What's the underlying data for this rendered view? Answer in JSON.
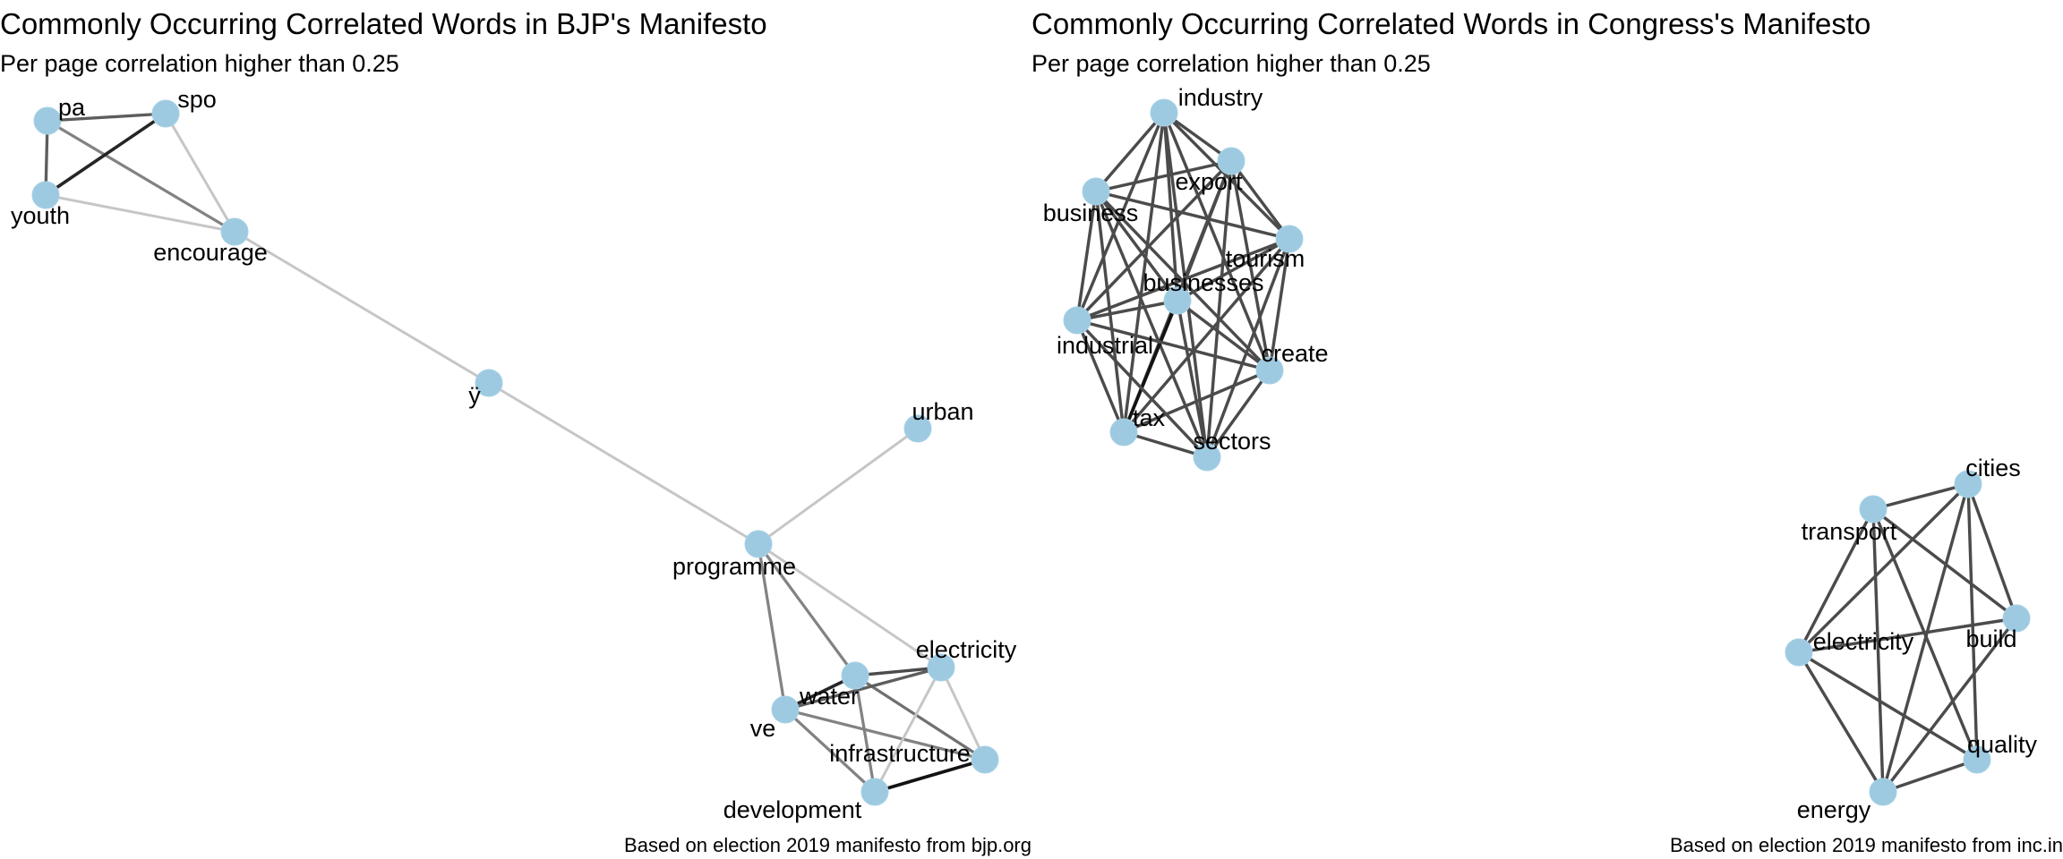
{
  "graphs": [
    {
      "title": "Commonly Occurring Correlated Words in BJP's Manifesto",
      "subtitle": "Per page correlation higher than 0.25",
      "caption": "Based on election 2019 manifesto from bjp.org",
      "node_color": "#9ecae1",
      "nodes": [
        "pa",
        "spo",
        "youth",
        "encourage",
        "ÿ",
        "urban",
        "programme",
        "electricity",
        "water",
        "ve",
        "infrastructure",
        "development"
      ],
      "edges": [
        {
          "from": "pa",
          "to": "spo",
          "correlation": 0.55
        },
        {
          "from": "pa",
          "to": "youth",
          "correlation": 0.55
        },
        {
          "from": "pa",
          "to": "encourage",
          "correlation": 0.45
        },
        {
          "from": "spo",
          "to": "youth",
          "correlation": 0.7
        },
        {
          "from": "spo",
          "to": "encourage",
          "correlation": 0.27
        },
        {
          "from": "youth",
          "to": "encourage",
          "correlation": 0.27
        },
        {
          "from": "encourage",
          "to": "ÿ",
          "correlation": 0.27
        },
        {
          "from": "ÿ",
          "to": "programme",
          "correlation": 0.27
        },
        {
          "from": "urban",
          "to": "programme",
          "correlation": 0.27
        },
        {
          "from": "programme",
          "to": "ve",
          "correlation": 0.45
        },
        {
          "from": "programme",
          "to": "water",
          "correlation": 0.45
        },
        {
          "from": "programme",
          "to": "electricity",
          "correlation": 0.27
        },
        {
          "from": "water",
          "to": "electricity",
          "correlation": 0.6
        },
        {
          "from": "water",
          "to": "ve",
          "correlation": 0.7
        },
        {
          "from": "water",
          "to": "infrastructure",
          "correlation": 0.5
        },
        {
          "from": "water",
          "to": "development",
          "correlation": 0.45
        },
        {
          "from": "ve",
          "to": "electricity",
          "correlation": 0.55
        },
        {
          "from": "ve",
          "to": "infrastructure",
          "correlation": 0.45
        },
        {
          "from": "ve",
          "to": "development",
          "correlation": 0.45
        },
        {
          "from": "electricity",
          "to": "infrastructure",
          "correlation": 0.27
        },
        {
          "from": "electricity",
          "to": "development",
          "correlation": 0.27
        },
        {
          "from": "infrastructure",
          "to": "development",
          "correlation": 0.75
        }
      ]
    },
    {
      "title": "Commonly Occurring Correlated Words in Congress's Manifesto",
      "subtitle": "Per page correlation higher than 0.25",
      "caption": "Based on election 2019 manifesto from inc.in",
      "node_color": "#9ecae1",
      "nodes": [
        "industry",
        "export",
        "business",
        "tourism",
        "businesses",
        "industrial",
        "create",
        "tax",
        "sectors",
        "cities",
        "transport",
        "build",
        "electricity",
        "quality",
        "energy"
      ],
      "edges": [
        {
          "from": "industry",
          "to": "export",
          "correlation": 0.6
        },
        {
          "from": "industry",
          "to": "business",
          "correlation": 0.6
        },
        {
          "from": "industry",
          "to": "tourism",
          "correlation": 0.6
        },
        {
          "from": "industry",
          "to": "businesses",
          "correlation": 0.6
        },
        {
          "from": "industry",
          "to": "industrial",
          "correlation": 0.6
        },
        {
          "from": "industry",
          "to": "create",
          "correlation": 0.6
        },
        {
          "from": "industry",
          "to": "tax",
          "correlation": 0.6
        },
        {
          "from": "industry",
          "to": "sectors",
          "correlation": 0.6
        },
        {
          "from": "export",
          "to": "business",
          "correlation": 0.6
        },
        {
          "from": "export",
          "to": "tourism",
          "correlation": 0.6
        },
        {
          "from": "export",
          "to": "businesses",
          "correlation": 0.6
        },
        {
          "from": "export",
          "to": "industrial",
          "correlation": 0.6
        },
        {
          "from": "export",
          "to": "create",
          "correlation": 0.6
        },
        {
          "from": "export",
          "to": "tax",
          "correlation": 0.6
        },
        {
          "from": "export",
          "to": "sectors",
          "correlation": 0.6
        },
        {
          "from": "business",
          "to": "tourism",
          "correlation": 0.6
        },
        {
          "from": "business",
          "to": "businesses",
          "correlation": 0.6
        },
        {
          "from": "business",
          "to": "industrial",
          "correlation": 0.6
        },
        {
          "from": "business",
          "to": "create",
          "correlation": 0.6
        },
        {
          "from": "business",
          "to": "tax",
          "correlation": 0.6
        },
        {
          "from": "business",
          "to": "sectors",
          "correlation": 0.6
        },
        {
          "from": "tourism",
          "to": "businesses",
          "correlation": 0.6
        },
        {
          "from": "tourism",
          "to": "industrial",
          "correlation": 0.6
        },
        {
          "from": "tourism",
          "to": "create",
          "correlation": 0.6
        },
        {
          "from": "tourism",
          "to": "tax",
          "correlation": 0.6
        },
        {
          "from": "tourism",
          "to": "sectors",
          "correlation": 0.6
        },
        {
          "from": "businesses",
          "to": "industrial",
          "correlation": 0.6
        },
        {
          "from": "businesses",
          "to": "create",
          "correlation": 0.6
        },
        {
          "from": "businesses",
          "to": "tax",
          "correlation": 0.75
        },
        {
          "from": "businesses",
          "to": "sectors",
          "correlation": 0.6
        },
        {
          "from": "industrial",
          "to": "create",
          "correlation": 0.6
        },
        {
          "from": "industrial",
          "to": "tax",
          "correlation": 0.6
        },
        {
          "from": "industrial",
          "to": "sectors",
          "correlation": 0.6
        },
        {
          "from": "create",
          "to": "tax",
          "correlation": 0.6
        },
        {
          "from": "create",
          "to": "sectors",
          "correlation": 0.6
        },
        {
          "from": "tax",
          "to": "sectors",
          "correlation": 0.6
        },
        {
          "from": "cities",
          "to": "transport",
          "correlation": 0.6
        },
        {
          "from": "cities",
          "to": "build",
          "correlation": 0.6
        },
        {
          "from": "cities",
          "to": "electricity",
          "correlation": 0.6
        },
        {
          "from": "cities",
          "to": "quality",
          "correlation": 0.6
        },
        {
          "from": "cities",
          "to": "energy",
          "correlation": 0.6
        },
        {
          "from": "transport",
          "to": "build",
          "correlation": 0.6
        },
        {
          "from": "transport",
          "to": "electricity",
          "correlation": 0.6
        },
        {
          "from": "transport",
          "to": "quality",
          "correlation": 0.6
        },
        {
          "from": "transport",
          "to": "energy",
          "correlation": 0.6
        },
        {
          "from": "build",
          "to": "electricity",
          "correlation": 0.6
        },
        {
          "from": "build",
          "to": "energy",
          "correlation": 0.6
        },
        {
          "from": "electricity",
          "to": "quality",
          "correlation": 0.6
        },
        {
          "from": "electricity",
          "to": "energy",
          "correlation": 0.6
        },
        {
          "from": "quality",
          "to": "energy",
          "correlation": 0.6
        }
      ]
    }
  ]
}
